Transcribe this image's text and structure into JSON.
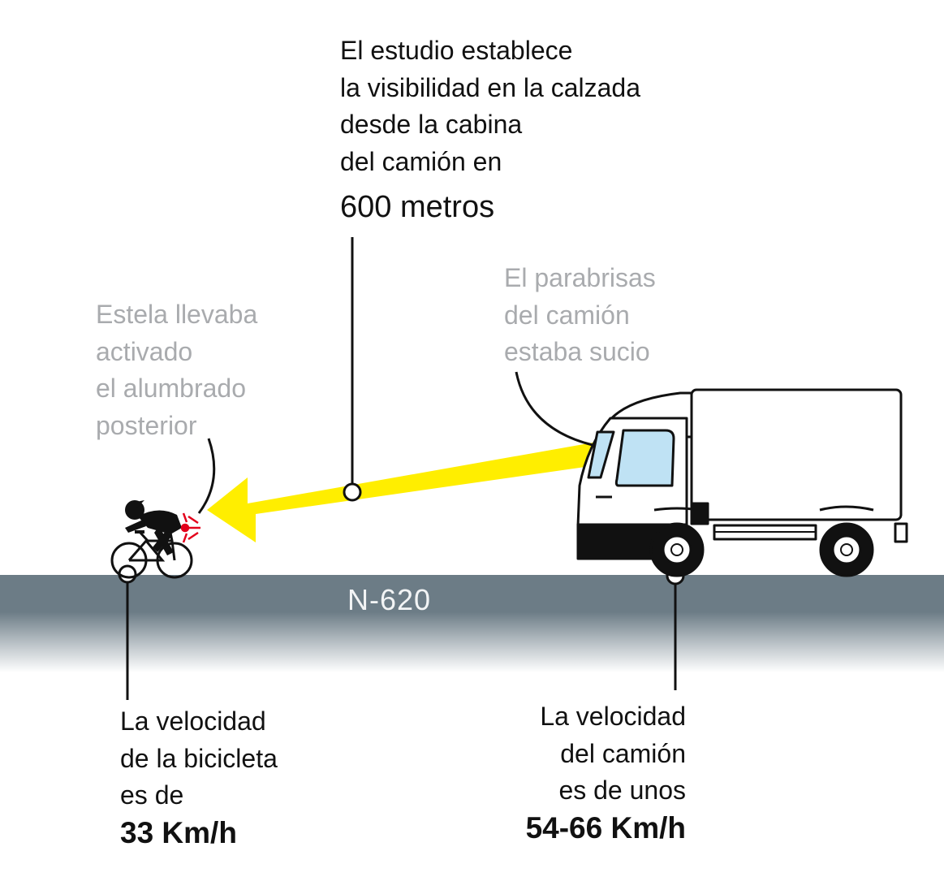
{
  "study_note": {
    "lines": [
      "El estudio establece",
      "la visibilidad en la calzada",
      "desde la cabina",
      "del camión en"
    ],
    "highlight": "600 metros"
  },
  "windshield_note": {
    "lines": [
      "El parabrisas",
      "del camión",
      "estaba sucio"
    ]
  },
  "light_note": {
    "lines": [
      "Estela llevaba",
      "activado",
      "el alumbrado",
      "posterior"
    ]
  },
  "road": {
    "label": "N-620"
  },
  "bike_speed": {
    "lines": [
      "La velocidad",
      "de la bicicleta",
      "es de"
    ],
    "highlight": "33 Km/h"
  },
  "truck_speed": {
    "lines": [
      "La velocidad",
      "del camión",
      "es de unos"
    ],
    "highlight": "54-66 Km/h"
  },
  "colors": {
    "beam": "#ffee00",
    "road": "#6c7c86",
    "annotation_gray": "#a9abae",
    "rear_light": "#e3001b"
  }
}
